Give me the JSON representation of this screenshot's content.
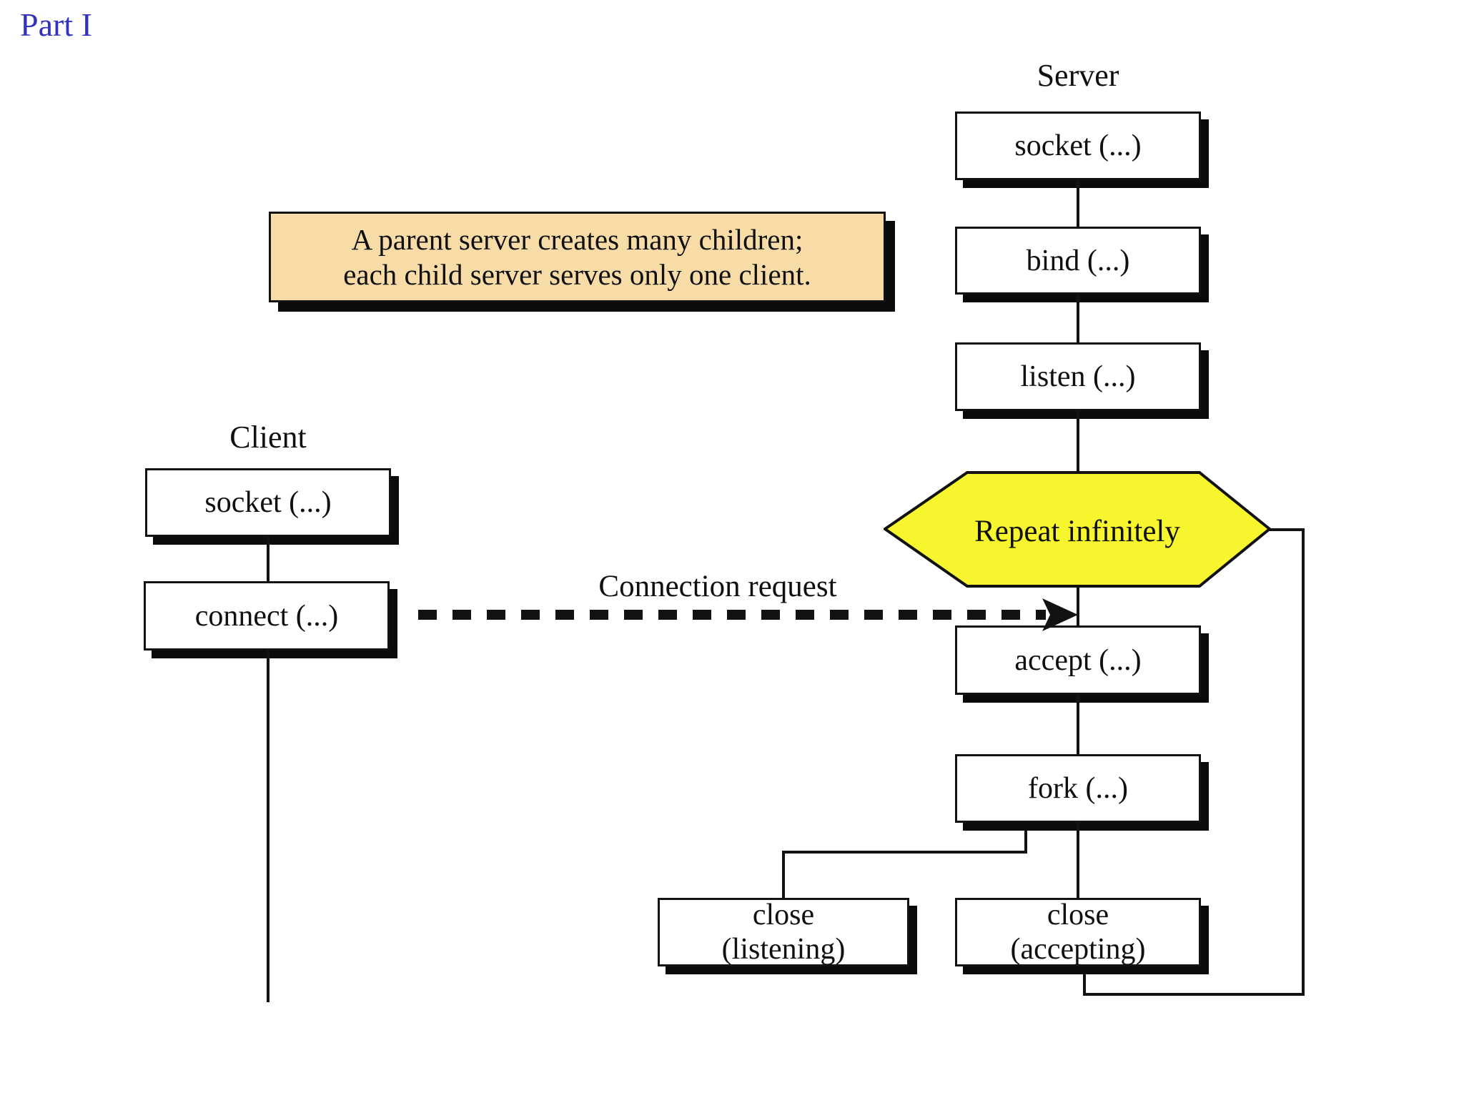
{
  "page": {
    "part_label": "Part I"
  },
  "colors": {
    "part_label_blue": "#3232BE",
    "note_fill": "#F8DCA8",
    "loop_hexagon_fill": "#F7F52D",
    "diagram_black": "#121212",
    "background": "#FFFFFF"
  },
  "note": {
    "line1": "A parent server creates many children;",
    "line2": "each child server serves only one client."
  },
  "server": {
    "title": "Server",
    "steps": [
      {
        "label": "socket (...)"
      },
      {
        "label": "bind (...)"
      },
      {
        "label": "listen (...)"
      },
      {
        "label": "accept (...)"
      },
      {
        "label": "fork (...)"
      }
    ],
    "loop_label": "Repeat infinitely",
    "close_listening": {
      "line1": "close",
      "line2": "(listening)"
    },
    "close_accepting": {
      "line1": "close",
      "line2": "(accepting)"
    }
  },
  "client": {
    "title": "Client",
    "steps": [
      {
        "label": "socket (...)"
      },
      {
        "label": "connect (...)"
      }
    ]
  },
  "connection": {
    "label": "Connection request"
  }
}
